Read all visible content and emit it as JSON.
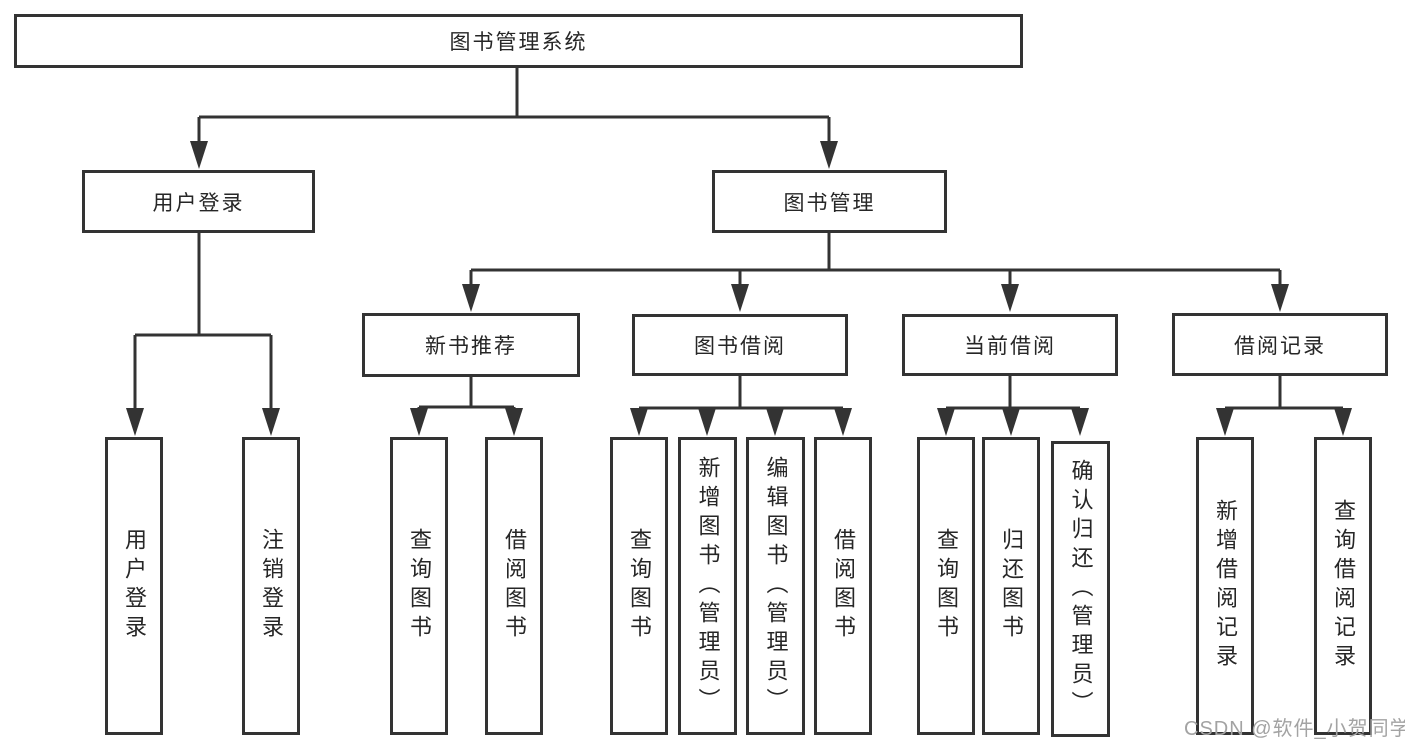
{
  "diagram": {
    "colors": {
      "line": "#333333",
      "text": "#262626",
      "background": "#ffffff",
      "watermark": "#a3a3a3"
    },
    "tree": {
      "label": "图书管理系统",
      "children": [
        {
          "label": "用户登录",
          "children": [
            {
              "label": "用户登录"
            },
            {
              "label": "注销登录"
            }
          ]
        },
        {
          "label": "图书管理",
          "children": [
            {
              "label": "新书推荐",
              "children": [
                {
                  "label": "查询图书"
                },
                {
                  "label": "借阅图书"
                }
              ]
            },
            {
              "label": "图书借阅",
              "children": [
                {
                  "label": "查询图书"
                },
                {
                  "label": "新增图书（管理员）"
                },
                {
                  "label": "编辑图书（管理员）"
                },
                {
                  "label": "借阅图书"
                }
              ]
            },
            {
              "label": "当前借阅",
              "children": [
                {
                  "label": "查询图书"
                },
                {
                  "label": "归还图书"
                },
                {
                  "label": "确认归还（管理员）"
                }
              ]
            },
            {
              "label": "借阅记录",
              "children": [
                {
                  "label": "新增借阅记录"
                },
                {
                  "label": "查询借阅记录"
                }
              ]
            }
          ]
        }
      ]
    },
    "watermark": {
      "text": "CSDN @软件_小贺同学"
    }
  }
}
